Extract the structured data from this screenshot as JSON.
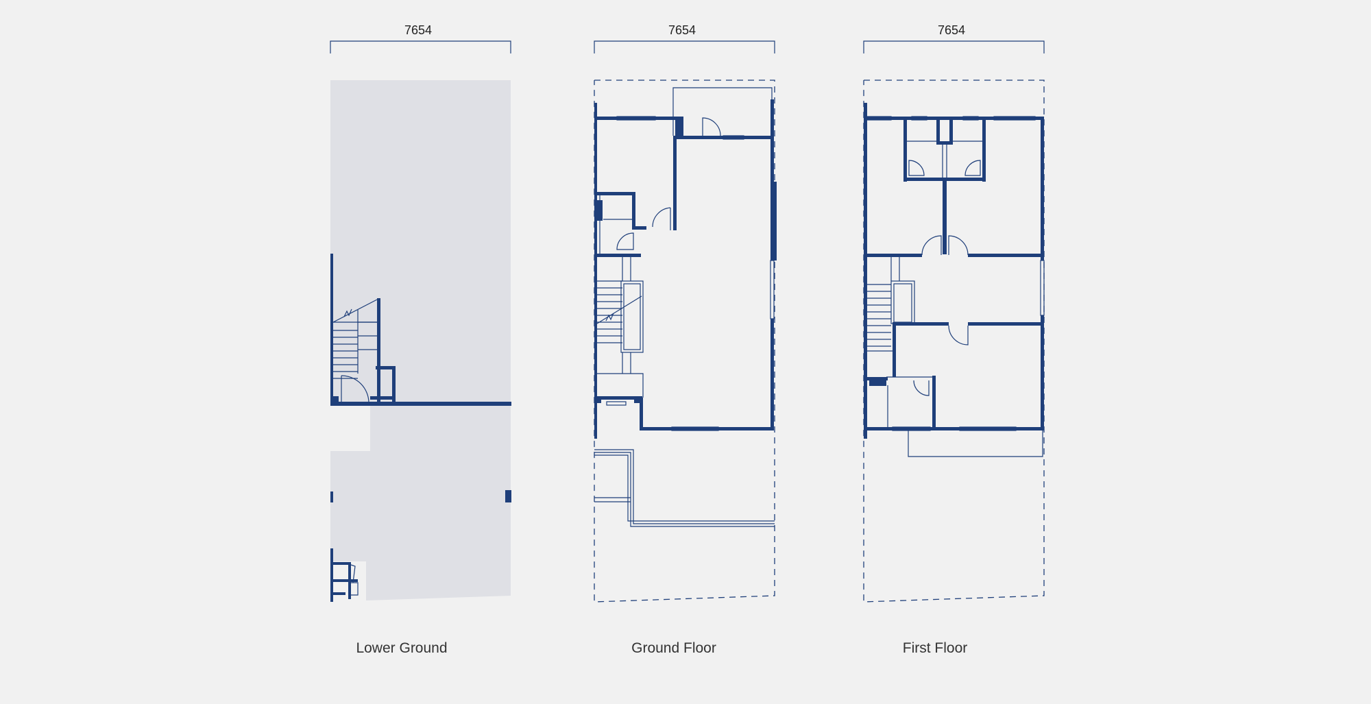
{
  "colors": {
    "background": "#f1f1f1",
    "wall": "#1f3f7a",
    "shade": "#dfe0e5"
  },
  "plans": [
    {
      "dimension": "7654",
      "label": "Lower Ground"
    },
    {
      "dimension": "7654",
      "label": "Ground Floor"
    },
    {
      "dimension": "7654",
      "label": "First Floor"
    }
  ]
}
